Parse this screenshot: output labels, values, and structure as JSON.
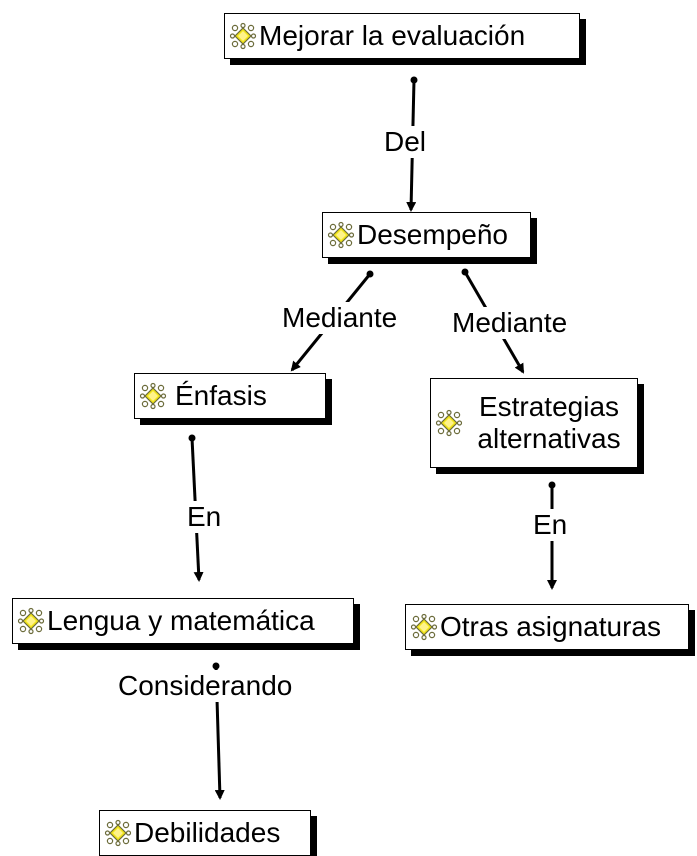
{
  "nodes": {
    "mejorar": "Mejorar la evaluación",
    "desempeno": "Desempeño",
    "enfasis": "Énfasis",
    "estrategias_line1": "Estrategias",
    "estrategias_line2": "alternativas",
    "lengua": "Lengua y matemática",
    "otras": "Otras asignaturas",
    "debilidades": "Debilidades"
  },
  "links": {
    "del": "Del",
    "mediante_left": "Mediante",
    "mediante_right": "Mediante",
    "en_left": "En",
    "en_right": "En",
    "considerando": "Considerando"
  },
  "colors": {
    "icon_fill": "#f2e51a",
    "icon_outline": "#6b6b3a",
    "box_border": "#000000"
  },
  "icon": "concept-node-icon"
}
